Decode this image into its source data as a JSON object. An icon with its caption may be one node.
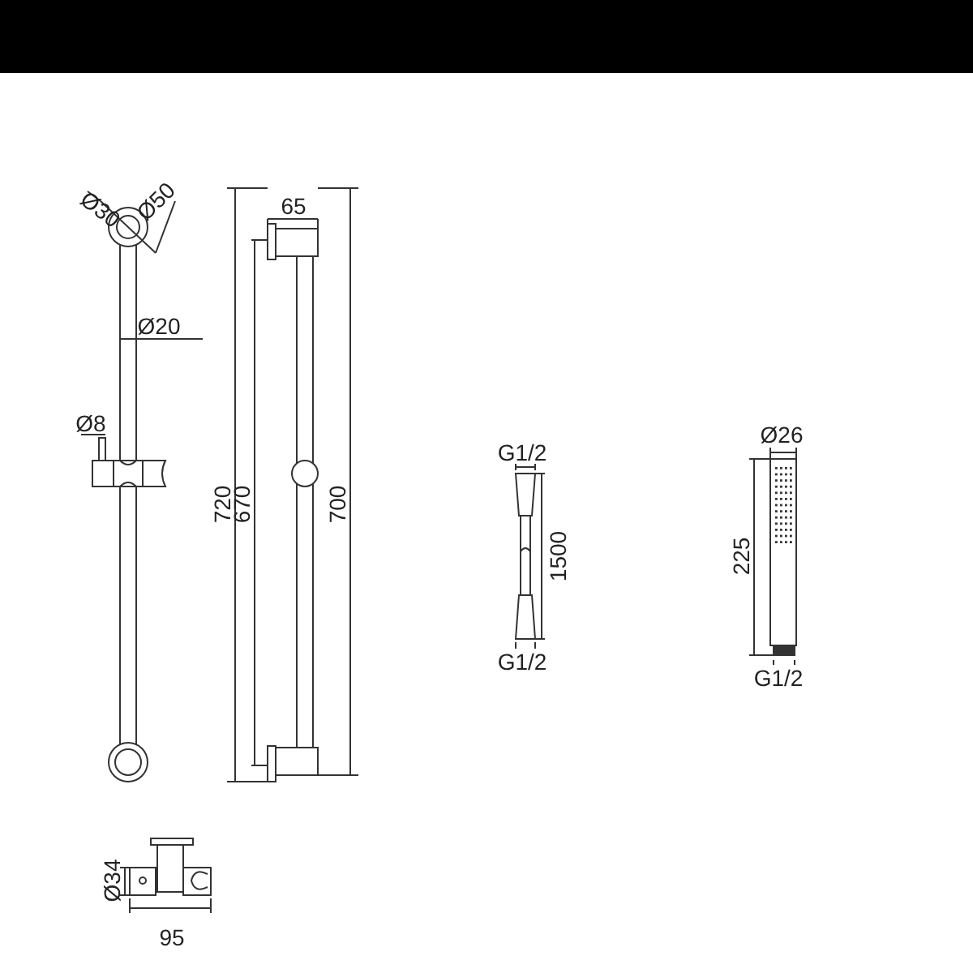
{
  "diagram": {
    "labels": [
      "Ø30",
      "Ø50",
      "65",
      "Ø20",
      "Ø8",
      "720",
      "670",
      "700",
      "G1/2",
      "1500",
      "G1/2",
      "Ø26",
      "225",
      "G1/2",
      "Ø34",
      "95"
    ]
  }
}
